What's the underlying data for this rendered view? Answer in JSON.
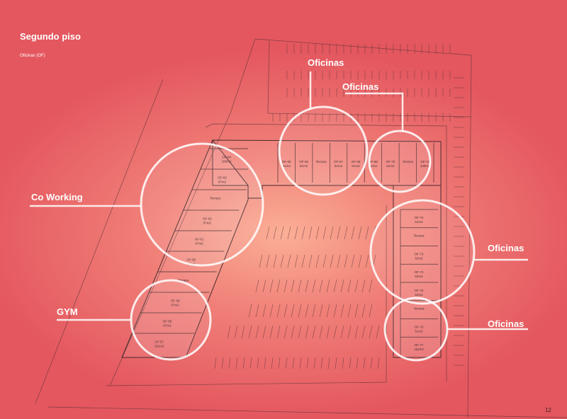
{
  "title": "Segundo piso",
  "subtitle": "Oficinas (OF)",
  "page_number": "12",
  "colors": {
    "background": "#e4575f",
    "lines": "#5a3236",
    "annotation": "#ffffff"
  },
  "zones": [
    {
      "label": "Oficinas"
    },
    {
      "label": "Oficinas"
    },
    {
      "label": "Co Working"
    },
    {
      "label": "Oficinas"
    },
    {
      "label": "GYM"
    },
    {
      "label": "Oficinas"
    }
  ],
  "rooms": {
    "top": [
      {
        "id": "OF-65",
        "area": "61m2"
      },
      {
        "id": "OF-66",
        "area": "61m2"
      },
      {
        "id": "Terraza",
        "area": ""
      },
      {
        "id": "OF-67",
        "area": "61m2"
      },
      {
        "id": "OF-68",
        "area": "61m2"
      },
      {
        "id": "OF-69",
        "area": "61m2"
      },
      {
        "id": "OF-70",
        "area": "61m2"
      },
      {
        "id": "Terraza",
        "area": ""
      },
      {
        "id": "OF-71",
        "area": "139m2"
      }
    ],
    "left": [
      {
        "id": "OF-64",
        "area": "186m2"
      },
      {
        "id": "OF-63",
        "area": "67m2"
      },
      {
        "id": "Terraza",
        "area": ""
      },
      {
        "id": "OF-62",
        "area": "67m2"
      },
      {
        "id": "OF-61",
        "area": "67m2"
      },
      {
        "id": "OF-60",
        "area": "67m2"
      },
      {
        "id": "Terraza",
        "area": ""
      },
      {
        "id": "OF-59",
        "area": "67m2"
      },
      {
        "id": "OF-58",
        "area": "67m2"
      },
      {
        "id": "OF-57",
        "area": "191m2"
      }
    ],
    "right": [
      {
        "id": "OF-72",
        "area": "51m2"
      },
      {
        "id": "Terraza",
        "area": ""
      },
      {
        "id": "OF-73",
        "area": "52m2"
      },
      {
        "id": "OF-74",
        "area": "52m2"
      },
      {
        "id": "OF-75",
        "area": "52m2"
      },
      {
        "id": "Terraza",
        "area": ""
      },
      {
        "id": "OF-76",
        "area": "51m2"
      },
      {
        "id": "OF-77",
        "area": "152m2"
      }
    ]
  }
}
